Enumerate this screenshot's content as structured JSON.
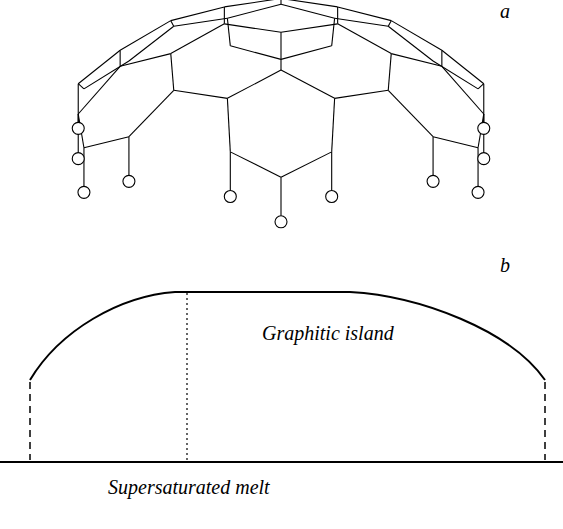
{
  "diagram": {
    "labels": [
      "a",
      "b",
      "Graphitic island",
      "Supersaturated melt"
    ]
  }
}
